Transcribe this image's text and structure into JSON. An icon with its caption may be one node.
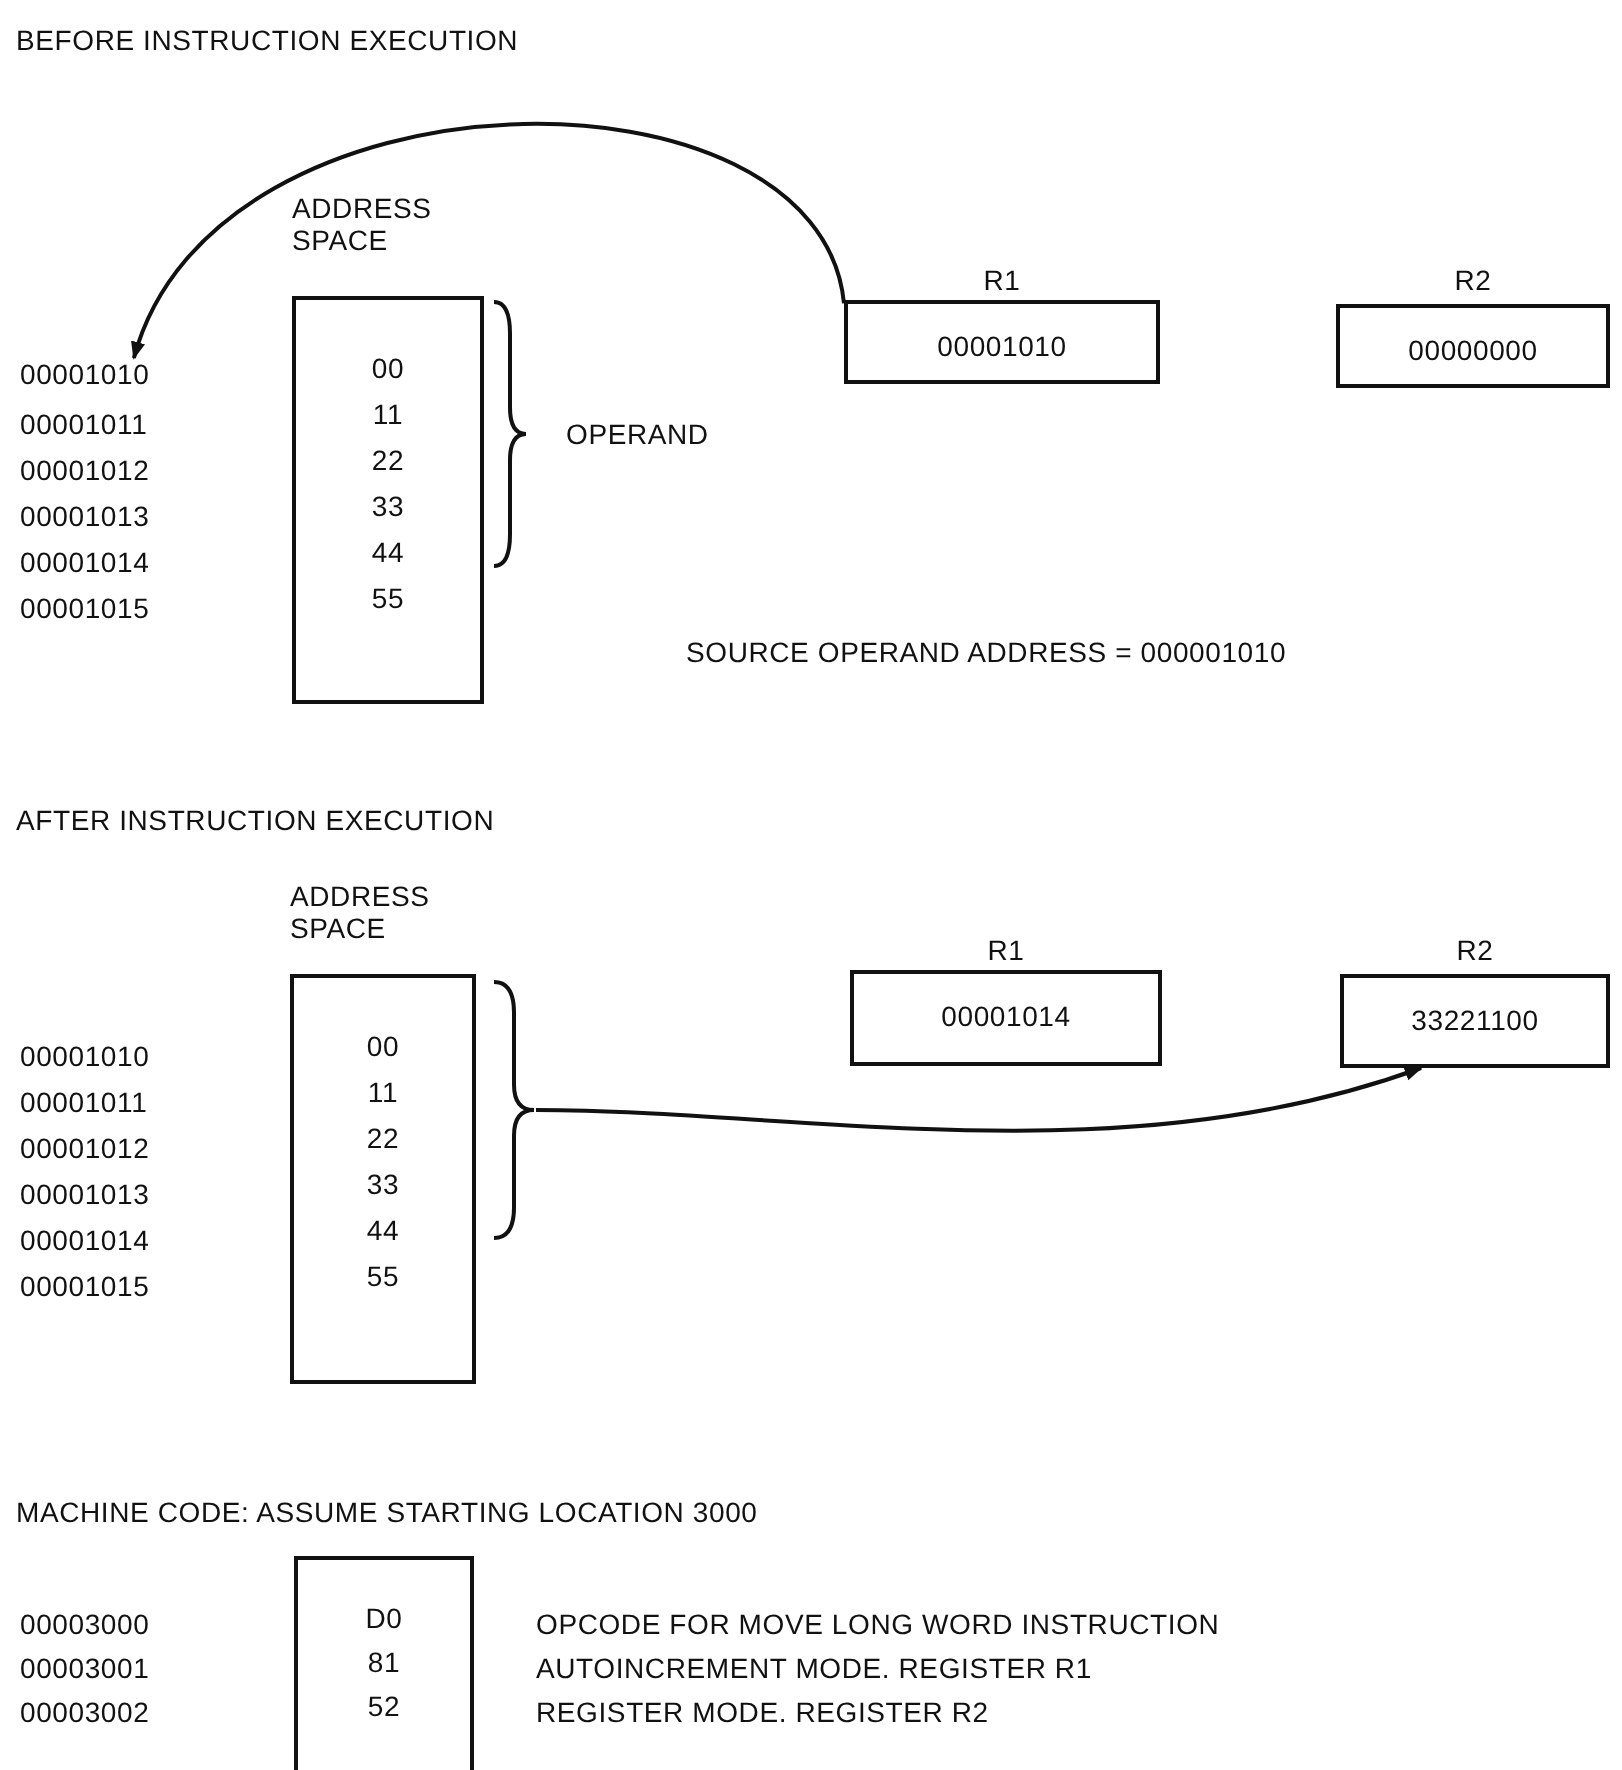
{
  "diagram": {
    "nodes": [
      {
        "text": [
          "ADDRESS SPACE",
          "00",
          "11",
          "22",
          "33",
          "44",
          "55"
        ]
      },
      {
        "text": [
          "R1",
          "00001010"
        ]
      },
      {
        "text": [
          "R2",
          "00000000"
        ]
      },
      {
        "text": [
          "00001010"
        ]
      },
      {
        "text": [
          "ADDRESS SPACE",
          "00",
          "11",
          "22",
          "33",
          "44",
          "55"
        ]
      },
      {
        "text": [
          "R1",
          "00001014"
        ]
      },
      {
        "text": [
          "R2",
          "33221100"
        ]
      },
      {
        "text": [],
        "shape": "bracket"
      },
      {
        "text": [
          "D0",
          "81",
          "52"
        ]
      }
    ],
    "edges": [
      {
        "from": 1,
        "to": 3,
        "arrow": "to"
      },
      {
        "from": 7,
        "to": 6,
        "arrow": "to"
      }
    ],
    "labels": [
      "BEFORE INSTRUCTION EXECUTION",
      "00001011",
      "00001012",
      "00001013",
      "00001014",
      "00001015",
      "OPERAND",
      "SOURCE OPERAND ADDRESS = 000001010",
      "AFTER INSTRUCTION EXECUTION",
      "00001010",
      "00001011",
      "00001012",
      "00001013",
      "00001014",
      "00001015",
      "MACHINE CODE: ASSUME STARTING LOCATION 3000",
      "00003000",
      "00003001",
      "00003002",
      "OPCODE FOR MOVE LONG WORD INSTRUCTION",
      "AUTOINCREMENT MODE. REGISTER R1",
      "REGISTER MODE. REGISTER R2"
    ]
  }
}
